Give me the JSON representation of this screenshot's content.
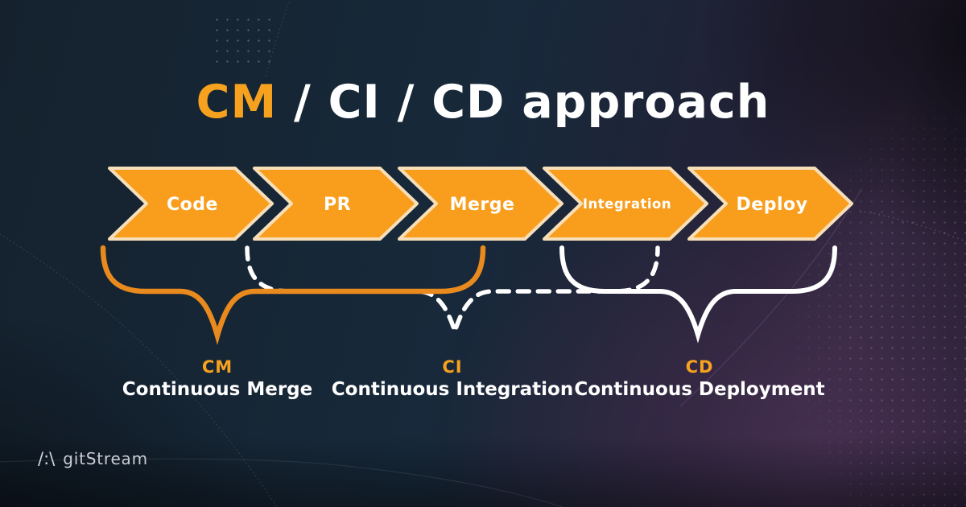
{
  "title": {
    "highlight": "CM",
    "rest": " / CI / CD approach"
  },
  "pipeline": {
    "stages": [
      {
        "label": "Code"
      },
      {
        "label": "PR"
      },
      {
        "label": "Merge"
      },
      {
        "label": "Integration"
      },
      {
        "label": "Deploy"
      }
    ]
  },
  "groups": [
    {
      "acronym": "CM",
      "name": "Continuous Merge"
    },
    {
      "acronym": "CI",
      "name": "Continuous Integration"
    },
    {
      "acronym": "CD",
      "name": "Continuous Deployment"
    }
  ],
  "brand": {
    "glyph": "/:\\",
    "name": "gitStream"
  },
  "colors": {
    "accent_orange": "#F89D1C",
    "brace_orange": "#E98A1E",
    "chevron_border": "#F7DFBA",
    "title_orange": "#F6A21E",
    "text_white": "#FFFFFF",
    "background_navy": "#17293A",
    "background_purple": "#3E2C45"
  }
}
